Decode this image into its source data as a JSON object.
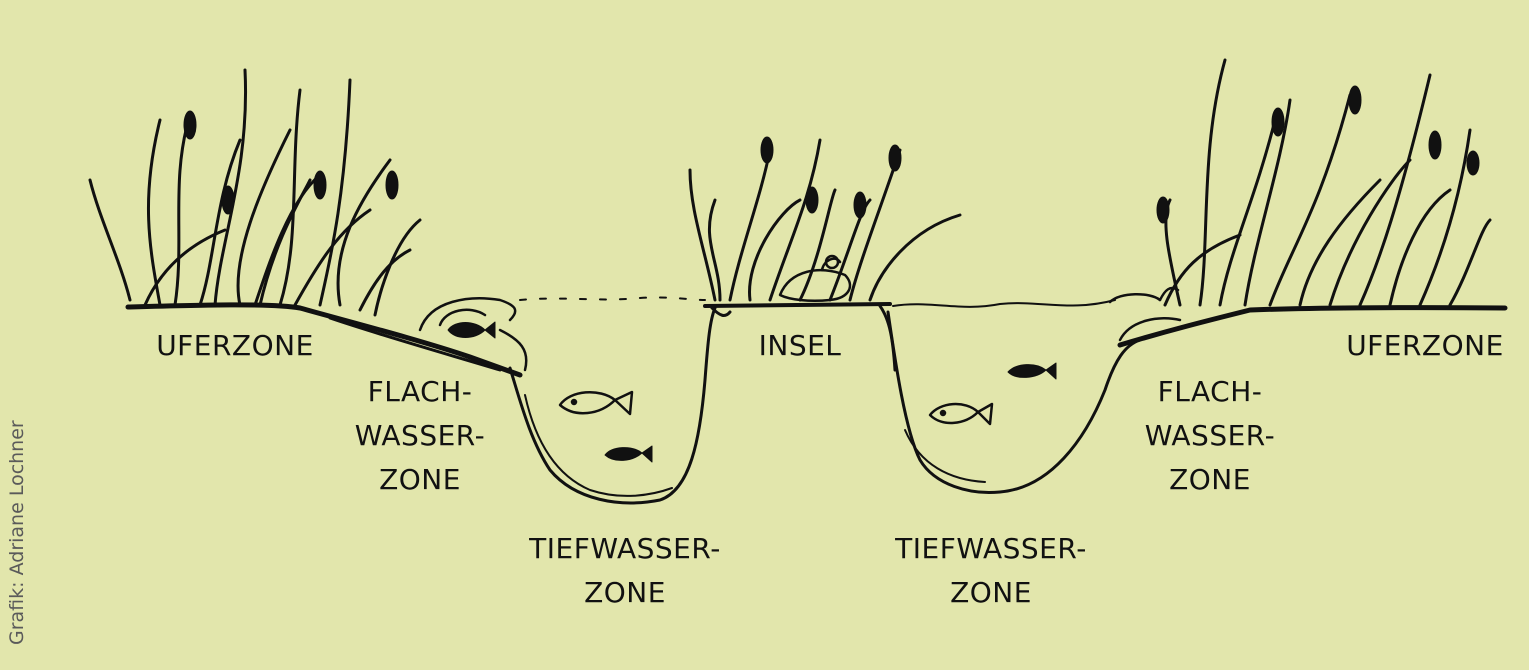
{
  "labels": {
    "uferzone_left": "UFERZONE",
    "flach_left": [
      "FLACH-",
      "WASSER-",
      "ZONE"
    ],
    "tief_left": [
      "TIEFWASSER-",
      "ZONE"
    ],
    "insel": "INSEL",
    "tief_right": [
      "TIEFWASSER-",
      "ZONE"
    ],
    "flach_right": [
      "FLACH-",
      "WASSER-",
      "ZONE"
    ],
    "uferzone_right": "UFERZONE"
  },
  "credit": "Grafik: Adriane Lochner",
  "colors": {
    "background": "#e2e6ac",
    "ink": "#111111",
    "credit": "#5a5a5a"
  }
}
